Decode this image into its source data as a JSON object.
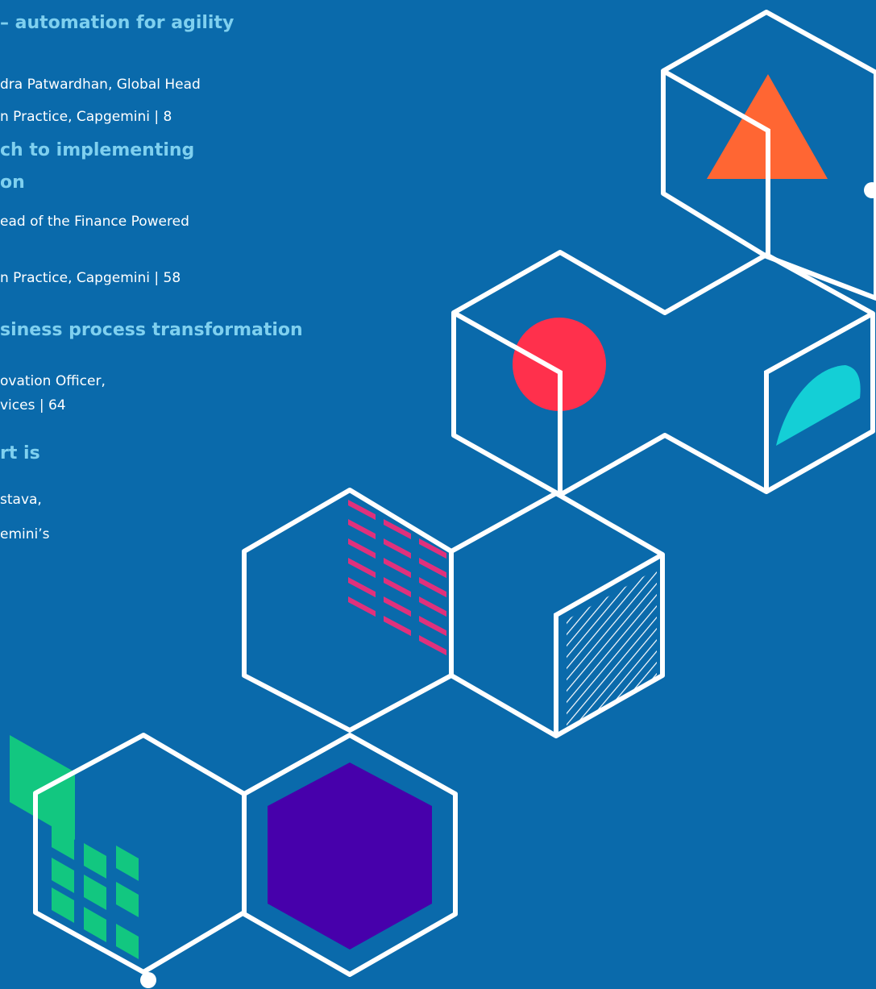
{
  "toc": {
    "entries": [
      {
        "title_lines": [
          "– automation for agility"
        ],
        "desc_lines": [
          "dra Patwardhan, Global Head",
          "n Practice, Capgemini | 8"
        ]
      },
      {
        "title_lines": [
          "ch to implementing",
          "on"
        ],
        "desc_lines": [
          "ead of the Finance Powered",
          "n Practice, Capgemini | 58"
        ]
      },
      {
        "title_lines": [
          "siness process transformation"
        ],
        "desc_lines": [
          "ovation Officer,",
          "vices | 64"
        ]
      },
      {
        "title_lines": [
          "rt is"
        ],
        "desc_lines": [
          "stava,",
          "emini’s"
        ]
      }
    ]
  },
  "colors": {
    "background": "#0a6aab",
    "outline": "#ffffff",
    "title_text": "#7fd0ef",
    "triangle": "#ff6633",
    "circle": "#ff304c",
    "half_disc": "#14cfd6",
    "dashes": "#e0317c",
    "green": "#12c780",
    "hexagon_fill": "#4700ab"
  }
}
